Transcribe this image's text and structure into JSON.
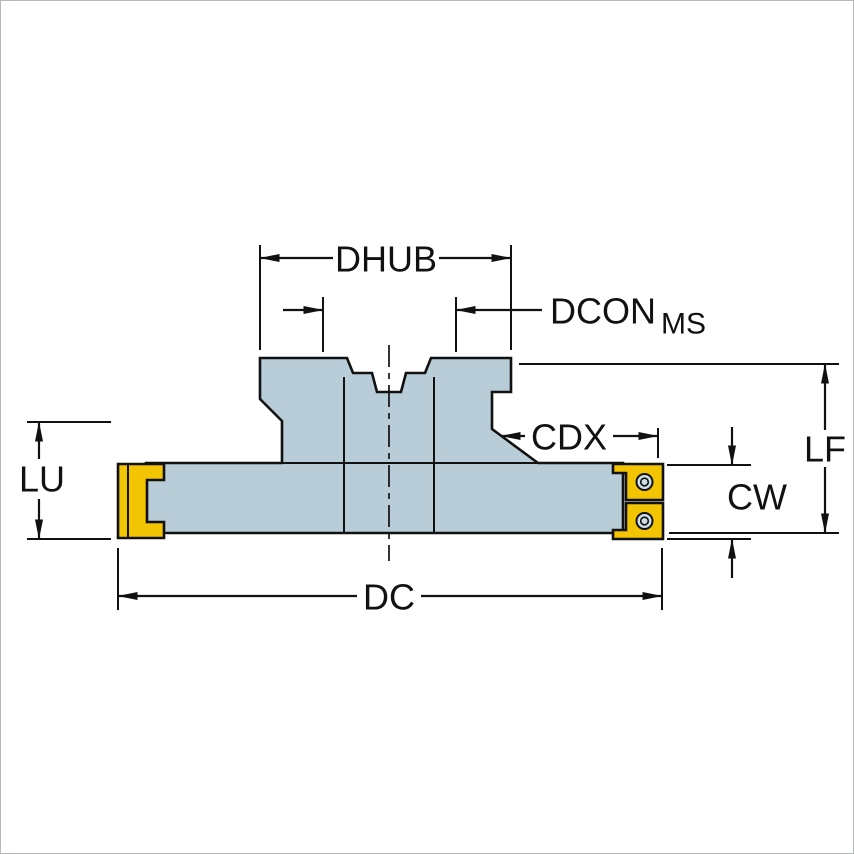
{
  "page": {
    "background": "#ffffff",
    "border_color": "#b6b9bc"
  },
  "diagram": {
    "type": "technical-drawing",
    "subject": "Disc / side-and-face milling cutter cross-section with dimension callouts",
    "colors": {
      "body_fill": "#b9cdd9",
      "insert_fill": "#f3c402",
      "hole_fill": "#cfdfe8",
      "line": "#111111",
      "label_text": "#111111"
    },
    "labels": {
      "dhub": "DHUB",
      "dcon": "DCON",
      "dcon_subscript": "MS",
      "cdx": "CDX",
      "lf": "LF",
      "cw": "CW",
      "lu": "LU",
      "dc": "DC"
    }
  }
}
